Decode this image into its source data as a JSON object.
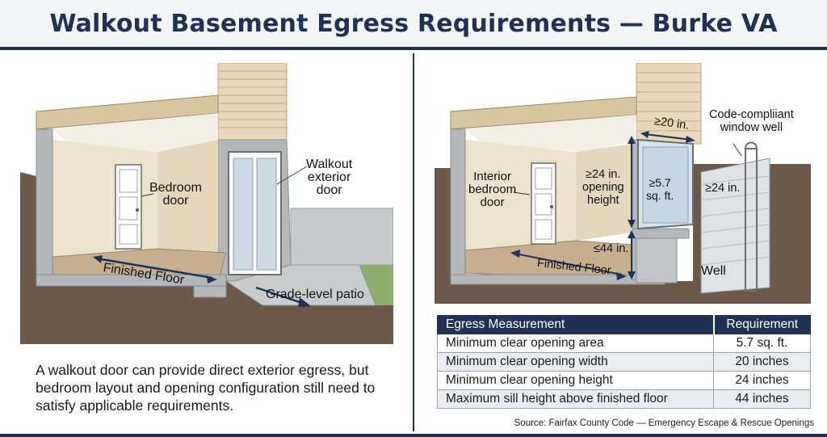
{
  "title": "Walkout Basement Egress Requirements — Burke VA",
  "left_panel": {
    "labels": {
      "bedroom_door": [
        "Bedroom",
        "door"
      ],
      "walkout_door": [
        "Walkout",
        "exterior",
        "door"
      ],
      "finished_floor": "Finished Floor",
      "patio": "Grade-level patio"
    },
    "caption": "A walkout door can provide direct exterior egress, but bedroom layout and opening configuration still need to satisfy applicable requirements."
  },
  "right_panel": {
    "labels": {
      "interior_door": [
        "Interior",
        "bedroom",
        "door"
      ],
      "width": "≥20 in.",
      "height": [
        "≥24 in.",
        "opening",
        "height"
      ],
      "area": [
        "≥5.7",
        "sq. ft."
      ],
      "sill": "≤44 in.",
      "finished_floor": "Finished Floor",
      "window_well": [
        "Code-compliiant",
        "window well"
      ],
      "well_depth": "≥24 in.",
      "well": "Well"
    }
  },
  "table": {
    "headers": [
      "Egress Measurement",
      "Requirement"
    ],
    "rows": [
      {
        "measurement": "Minimum clear opening area",
        "requirement": "5.7 sq. ft."
      },
      {
        "measurement": "Minimum clear opening width",
        "requirement": "20 inches"
      },
      {
        "measurement": "Minimum clear opening height",
        "requirement": "24 inches"
      },
      {
        "measurement": "Maximum sill height above finished floor",
        "requirement": "44 inches"
      }
    ]
  },
  "source": "Source: Fairfax County Code — Emergency Escape & Rescue Openings",
  "colors": {
    "navy": "#1f3155",
    "soil": "#6b5a4a",
    "concrete": "#b5b8bb",
    "wall": "#ece3cc",
    "floor": "#c7ae8e",
    "siding": "#e6d8b8",
    "beam": "#d8c6a0",
    "grass": "#8fae6e"
  }
}
